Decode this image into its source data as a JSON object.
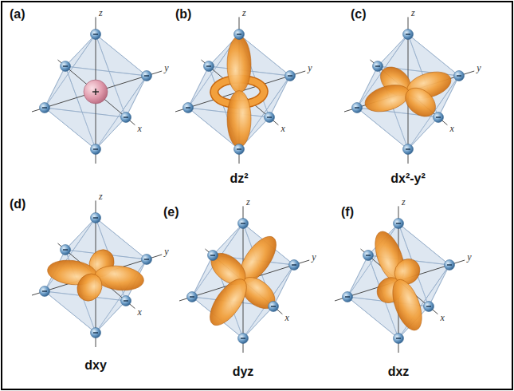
{
  "diagram": {
    "labels": [
      "(a)",
      "z",
      "y",
      "x",
      "(b)",
      "z",
      "y",
      "x",
      "(c)",
      "z",
      "y",
      "x",
      "dz²",
      "dx²-y²",
      "(d)",
      "z",
      "y",
      "x",
      "(e)",
      "z",
      "y",
      "x",
      "(f)",
      "z",
      "y",
      "x",
      "dxy",
      "dyz",
      "dxz"
    ]
  }
}
